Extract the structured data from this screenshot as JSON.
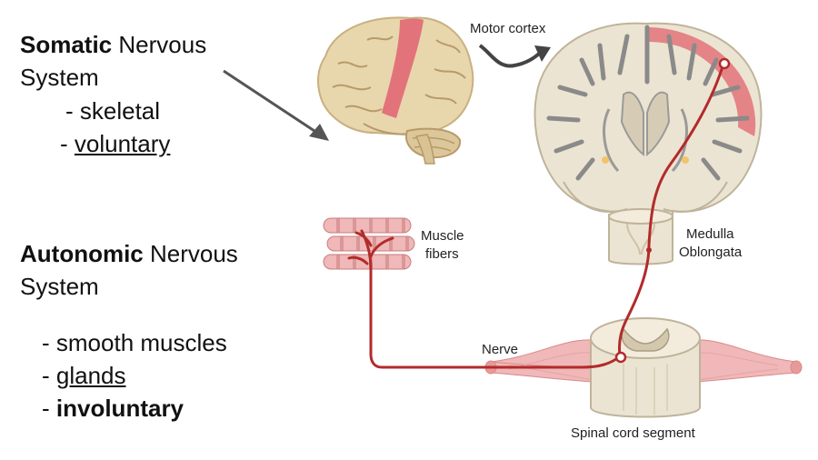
{
  "somatic": {
    "title_bold": "Somatic",
    "title_rest": " Nervous",
    "title_line2": "System",
    "item1_prefix": "- ",
    "item1": "skeletal",
    "item2_prefix": "- ",
    "item2": "voluntary"
  },
  "autonomic": {
    "title_bold": "Autonomic",
    "title_rest": " Nervous",
    "title_line2": "System",
    "item1_prefix": "- ",
    "item1": "smooth muscles",
    "item2_prefix": "- ",
    "item2": "glands",
    "item3_prefix": "- ",
    "item3": "involuntary"
  },
  "labels": {
    "motor_cortex": "Motor cortex",
    "muscle_line1": "Muscle",
    "muscle_line2": "fibers",
    "medulla_line1": "Medulla",
    "medulla_line2": "Oblongata",
    "nerve": "Nerve",
    "spinal": "Spinal cord segment"
  },
  "colors": {
    "brain_tan": "#e8d6ad",
    "brain_section": "#ece4d2",
    "pathway_red": "#b22b2b",
    "muscle_pink": "#f0b8b8",
    "motor_strip": "#e3737a"
  }
}
